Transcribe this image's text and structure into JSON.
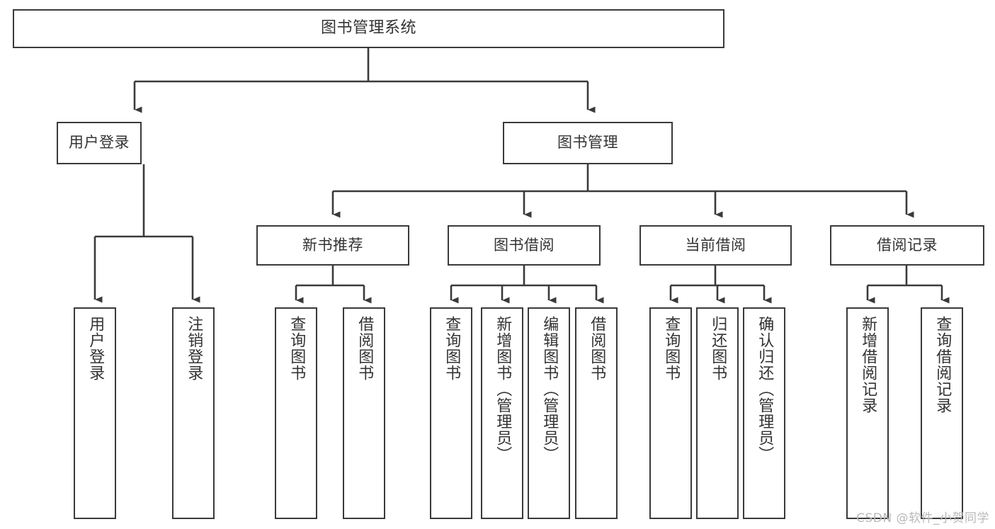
{
  "diagram": {
    "title": "图书管理系统",
    "type": "tree-hierarchy",
    "stroke_color": "#3a3a3a",
    "text_color": "#333333",
    "background_color": "#ffffff",
    "nodes": {
      "root": {
        "label": "图书管理系统"
      },
      "level2": [
        {
          "label": "用户登录"
        },
        {
          "label": "图书管理"
        }
      ],
      "level3": [
        {
          "label": "新书推荐"
        },
        {
          "label": "图书借阅"
        },
        {
          "label": "当前借阅"
        },
        {
          "label": "借阅记录"
        }
      ],
      "leaves_user_login": [
        {
          "label": "用户登录"
        },
        {
          "label": "注销登录"
        }
      ],
      "leaves_new_book": [
        {
          "label": "查询图书"
        },
        {
          "label": "借阅图书"
        }
      ],
      "leaves_borrow": [
        {
          "label": "查询图书"
        },
        {
          "label": "新增图书（管理员）"
        },
        {
          "label": "编辑图书（管理员）"
        },
        {
          "label": "借阅图书"
        }
      ],
      "leaves_current": [
        {
          "label": "查询图书"
        },
        {
          "label": "归还图书"
        },
        {
          "label": "确认归还（管理员）"
        }
      ],
      "leaves_records": [
        {
          "label": "新增借阅记录"
        },
        {
          "label": "查询借阅记录"
        }
      ]
    }
  },
  "watermark": {
    "text": "CSDN @软件_小贺同学",
    "color": "#b9b9b9"
  }
}
